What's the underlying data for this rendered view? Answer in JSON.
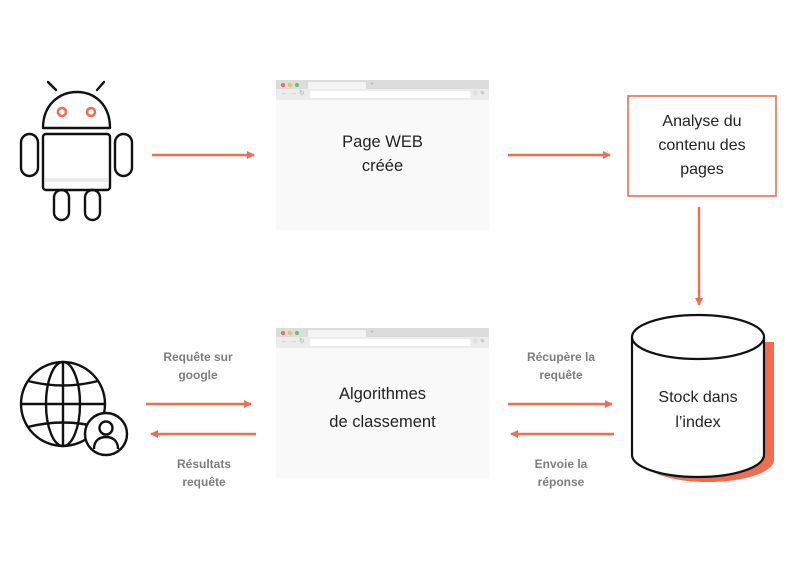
{
  "colors": {
    "accent": "#f26d50",
    "line": "#111111",
    "browser_bg": "#f9f9f9",
    "label_gray": "#7d7d7d"
  },
  "icons": {
    "source": "android-robot-icon",
    "user": "globe-user-icon",
    "storage": "database-cylinder-icon"
  },
  "nodes": {
    "page_web": {
      "line1": "Page WEB",
      "line2": "créée"
    },
    "analyse": {
      "line1": "Analyse du",
      "line2": "contenu des",
      "line3": "pages"
    },
    "algorithmes": {
      "line1": "Algorithmes",
      "line2": "de classement"
    },
    "stock": {
      "line1": "Stock dans",
      "line2": "l’index"
    }
  },
  "edges": {
    "requete_google": {
      "line1": "Requête sur",
      "line2": "google"
    },
    "resultats": {
      "line1": "Résultats",
      "line2": "requête"
    },
    "recupere": {
      "line1": "Récupère la",
      "line2": "requête"
    },
    "envoie": {
      "line1": "Envoie la",
      "line2": "réponse"
    }
  }
}
